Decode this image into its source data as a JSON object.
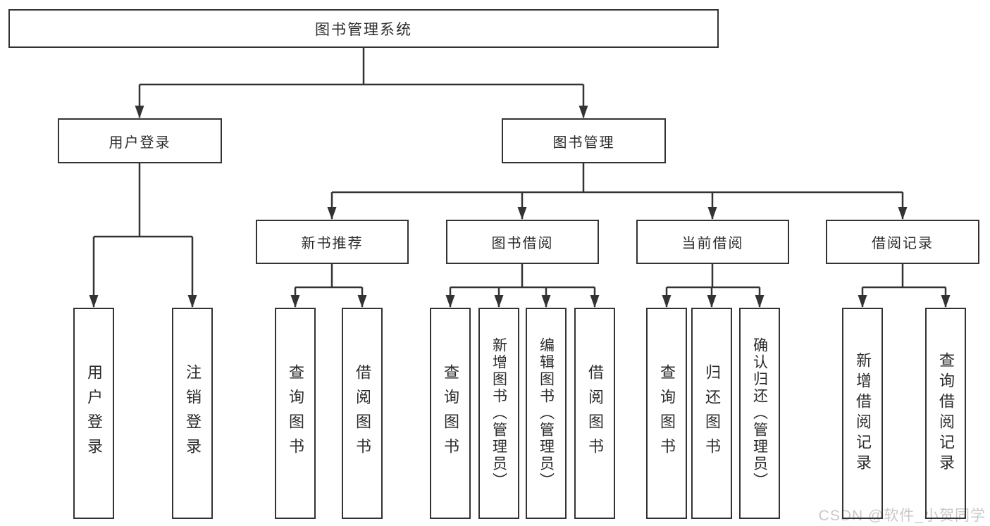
{
  "tree": {
    "root": {
      "label": "图书管理系统"
    },
    "branches": [
      {
        "label": "用户登录",
        "children": [
          {
            "label": "用户登录"
          },
          {
            "label": "注销登录"
          }
        ]
      },
      {
        "label": "图书管理",
        "children": [
          {
            "label": "新书推荐",
            "children": [
              {
                "label": "查询图书"
              },
              {
                "label": "借阅图书"
              }
            ]
          },
          {
            "label": "图书借阅",
            "children": [
              {
                "label": "查询图书"
              },
              {
                "label": "新增图书（管理员）"
              },
              {
                "label": "编辑图书（管理员）"
              },
              {
                "label": "借阅图书"
              }
            ]
          },
          {
            "label": "当前借阅",
            "children": [
              {
                "label": "查询图书"
              },
              {
                "label": "归还图书"
              },
              {
                "label": "确认归还（管理员）"
              }
            ]
          },
          {
            "label": "借阅记录",
            "children": [
              {
                "label": "新增借阅记录"
              },
              {
                "label": "查询借阅记录"
              }
            ]
          }
        ]
      }
    ]
  },
  "watermark": {
    "text": "CSDN @软件_小贺同学"
  },
  "colors": {
    "line": "#333333",
    "text": "#2b2b2b",
    "watermark": "#c8c8c8",
    "background": "#ffffff"
  }
}
